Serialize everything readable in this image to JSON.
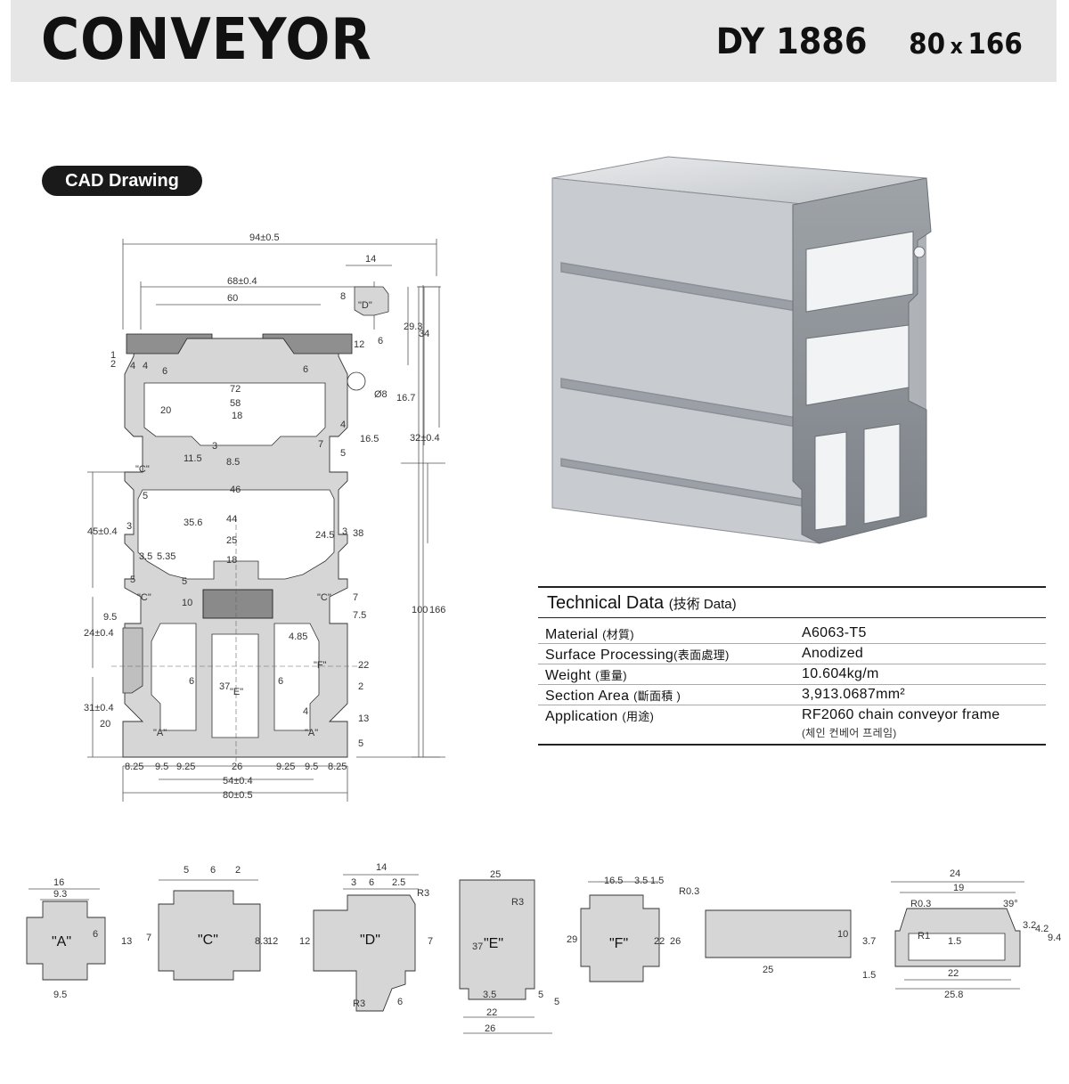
{
  "header": {
    "title": "CONVEYOR",
    "model": "DY 1886",
    "size_w": "80",
    "size_x": "x",
    "size_h": "166"
  },
  "badge": {
    "label": "CAD Drawing"
  },
  "cad": {
    "dims": {
      "w94": "94±0.5",
      "w14": "14",
      "w68": "68±0.4",
      "w60": "60",
      "d8": "8",
      "d29_3": "29.3",
      "d34": "34",
      "d12": "12",
      "d6a": "6",
      "d6b": "6",
      "d6c": "6",
      "d1": "1",
      "d2": "2",
      "d4a": "4",
      "d4b": "4",
      "w72": "72",
      "w58": "58",
      "w18": "18",
      "d20": "20",
      "d3a": "3",
      "d8_5": "8.5",
      "d11_5": "11.5",
      "d7a": "7",
      "d4c": "4",
      "d16_5": "16.5",
      "d5a": "5",
      "d32": "32±0.4",
      "d16_7": "16.7",
      "d8dia": "Ø8",
      "c_top": "\"C\"",
      "d_top": "\"D\"",
      "w46": "46",
      "d5b": "5",
      "d45": "45±0.4",
      "d3b": "3",
      "d35_6": "35.6",
      "w44": "44",
      "d24_5": "24.5",
      "d3c": "3",
      "d38": "38",
      "w25": "25",
      "d3_5": "3.5",
      "d5_35": "5.35",
      "w18b": "18",
      "d5c": "5",
      "d5d": "5",
      "d10": "10",
      "c_left": "\"C\"",
      "c_right": "\"C\"",
      "d7b": "7",
      "d7_5": "7.5",
      "d9_5": "9.5",
      "d24": "24±0.4",
      "d4_85": "4.85",
      "f_lab": "\"F\"",
      "d22": "22",
      "d37": "37",
      "e_lab": "\"E\"",
      "d6d": "6",
      "d6e": "6",
      "d2b": "2",
      "d31": "31±0.4",
      "d20b": "20",
      "d4d": "4",
      "d13": "13",
      "a_left": "\"A\"",
      "a_right": "\"A\"",
      "d5e": "5",
      "d100": "100",
      "d166": "166",
      "b8_25a": "8.25",
      "b9_5a": "9.5",
      "b9_25a": "9.25",
      "b26": "26",
      "b9_25b": "9.25",
      "b9_5b": "9.5",
      "b8_25b": "8.25",
      "w54": "54±0.4",
      "w80": "80±0.5"
    }
  },
  "tech": {
    "title": "Technical Data",
    "title_cjk": "(技術  Data)",
    "rows": [
      {
        "key": "Material",
        "key_cjk": "(材質)",
        "value": "A6063-T5"
      },
      {
        "key": "Surface Processing",
        "key_cjk": "(表面處理)",
        "value": "Anodized"
      },
      {
        "key": "Weight",
        "key_cjk": "(重量)",
        "value": "10.604kg/m"
      },
      {
        "key": "Section Area",
        "key_cjk": "(斷面積 )",
        "value": "3,913.0687mm²"
      },
      {
        "key": "Application",
        "key_cjk": "(用途)",
        "value": "RF2060 chain conveyor frame",
        "note": "(체인 컨베어 프레임)"
      }
    ]
  },
  "details": {
    "a": {
      "label": "\"A\"",
      "d16": "16",
      "d9_3": "9.3",
      "d6": "6",
      "d13": "13",
      "d9_5": "9.5"
    },
    "c": {
      "label": "\"C\"",
      "d5": "5",
      "d6": "6",
      "d2": "2",
      "d7": "7",
      "d8_3": "8.3",
      "d12": "12"
    },
    "d": {
      "label": "\"D\"",
      "d14": "14",
      "d3": "3",
      "d6": "6",
      "d2_5": "2.5",
      "r3a": "R3",
      "d12": "12",
      "d7": "7",
      "r3b": "R3",
      "d6b": "6"
    },
    "e": {
      "label": "\"E\"",
      "d25": "25",
      "r3": "R3",
      "d37": "37",
      "d3_5": "3.5",
      "d5a": "5",
      "d5b": "5",
      "d22": "22",
      "d26": "26"
    },
    "f": {
      "label": "\"F\"",
      "d16_5": "16.5",
      "d3_5": "3.5",
      "d1_5": "1.5",
      "d29": "29",
      "d22": "22",
      "d26": "26"
    },
    "bar": {
      "r0_3": "R0.3",
      "d10": "10",
      "d25": "25"
    },
    "rail": {
      "d24": "24",
      "d19": "19",
      "r0_3": "R0.3",
      "d39": "39°",
      "d3_2": "3.2",
      "d4_2": "4.2",
      "d9_4": "9.4",
      "r1": "R1",
      "d1_5a": "1.5",
      "d3_7": "3.7",
      "d1_5b": "1.5",
      "d22": "22",
      "d25_8": "25.8"
    }
  }
}
